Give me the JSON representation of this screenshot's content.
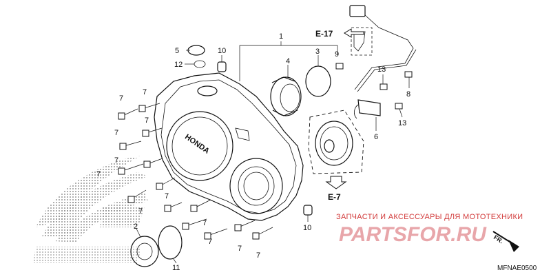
{
  "diagram": {
    "code": "MFNAE0500",
    "references": {
      "e17": "E-17",
      "e7": "E-7",
      "fr": "FR."
    },
    "watermark": {
      "shop_text": "ЗАПЧАСТИ И АКСЕССУАРЫ ДЛЯ МОТОТЕХНИКИ",
      "brand_text": "PARTSFOR.RU"
    },
    "callouts": {
      "c1": "1",
      "c2": "2",
      "c3": "3",
      "c4": "4",
      "c5": "5",
      "c6": "6",
      "c7a": "7",
      "c7b": "7",
      "c7c": "7",
      "c7d": "7",
      "c7e": "7",
      "c7f": "7",
      "c7g": "7",
      "c7h": "7",
      "c7i": "7",
      "c7j": "7",
      "c7k": "7",
      "c7l": "7",
      "c8": "8",
      "c9": "9",
      "c10a": "10",
      "c10b": "10",
      "c11": "11",
      "c12": "12",
      "c13a": "13",
      "c13b": "13"
    }
  }
}
